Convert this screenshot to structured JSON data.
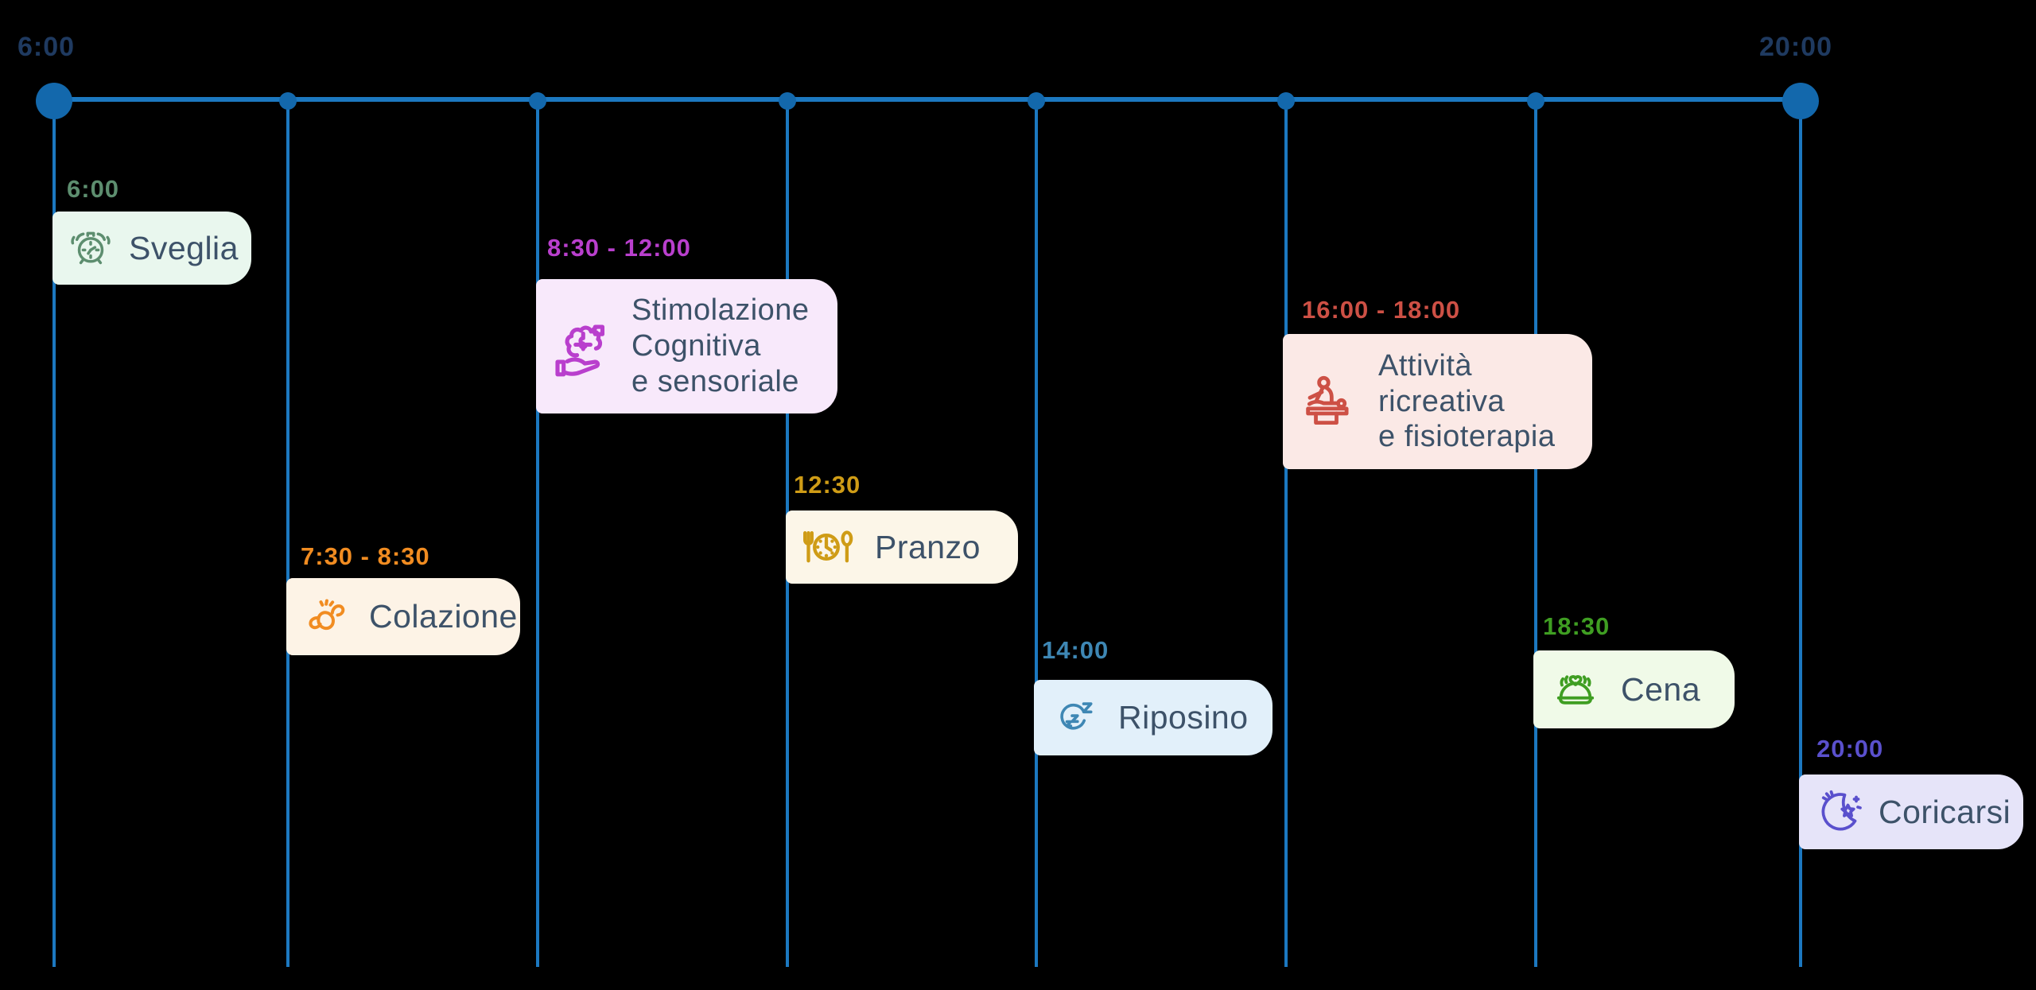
{
  "page": {
    "background": "#000000"
  },
  "axis": {
    "start_label": "6:00",
    "end_label": "20:00",
    "label_color": "#1f3a60",
    "line_color": "#1c78c0",
    "dot_color": "#1368ac"
  },
  "events": [
    {
      "time": "6:00",
      "label": "Sveglia",
      "icon": "alarm-clock",
      "accent_color": "#5d8e6f",
      "card_bg": "#e9f7ee"
    },
    {
      "time": "7:30 - 8:30",
      "label": "Colazione",
      "icon": "croissant",
      "accent_color": "#f18c21",
      "card_bg": "#fdf3e6"
    },
    {
      "time": "8:30 - 12:00",
      "label": "Stimolazione\nCognitiva\ne sensoriale",
      "icon": "brain-puzzle-hand",
      "accent_color": "#b93fcd",
      "card_bg": "#f8e9fb"
    },
    {
      "time": "12:30",
      "label": "Pranzo",
      "icon": "meal-clock",
      "accent_color": "#cf9c16",
      "card_bg": "#fcf6e8"
    },
    {
      "time": "14:00",
      "label": "Riposino",
      "icon": "sleep-zzz",
      "accent_color": "#3e87b4",
      "card_bg": "#e2f0fa"
    },
    {
      "time": "16:00 - 18:00",
      "label": "Attività\nricreativa\ne fisioterapia",
      "icon": "physiotherapy",
      "accent_color": "#cd5045",
      "card_bg": "#fbe9e6"
    },
    {
      "time": "18:30",
      "label": "Cena",
      "icon": "dinner-cloche",
      "accent_color": "#3f9e22",
      "card_bg": "#f0fae8"
    },
    {
      "time": "20:00",
      "label": "Coricarsi",
      "icon": "moon-stars",
      "accent_color": "#5a50cd",
      "card_bg": "#e6e4f9"
    }
  ],
  "card_text_color": "#3d5269"
}
